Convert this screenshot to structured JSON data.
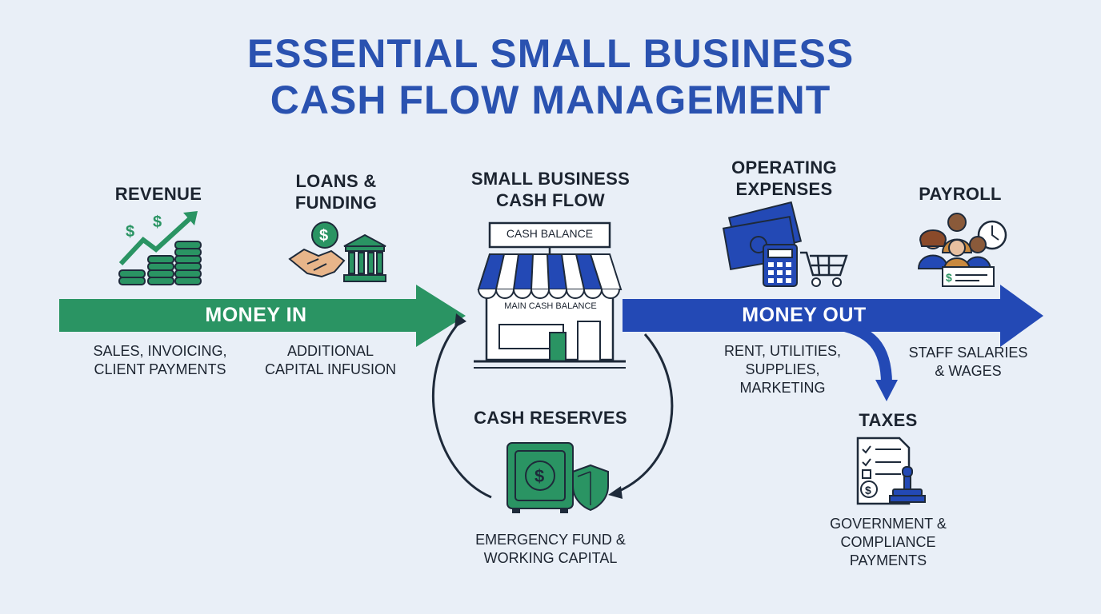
{
  "title": {
    "line1": "ESSENTIAL SMALL BUSINESS",
    "line2": "CASH FLOW MANAGEMENT"
  },
  "colors": {
    "background": "#e9eff7",
    "title_blue": "#2a52b0",
    "money_in_green": "#2a9463",
    "money_out_blue": "#2349b5",
    "icon_stroke": "#1e2a3a"
  },
  "money_in": {
    "label": "MONEY IN",
    "revenue": {
      "title": "REVENUE",
      "desc_line1": "SALES, INVOICING,",
      "desc_line2": "CLIENT PAYMENTS",
      "icon": "revenue-growth-coins-icon"
    },
    "loans": {
      "title_line1": "LOANS &",
      "title_line2": "FUNDING",
      "desc_line1": "ADDITIONAL",
      "desc_line2": "CAPITAL INFUSION",
      "icon": "handshake-bank-icon"
    }
  },
  "center": {
    "title_line1": "SMALL BUSINESS",
    "title_line2": "CASH FLOW",
    "sign": "CASH BALANCE",
    "store_label": "MAIN CASH BALANCE",
    "icon": "storefront-icon"
  },
  "reserves": {
    "title": "CASH RESERVES",
    "desc_line1": "EMERGENCY FUND &",
    "desc_line2": "WORKING CAPITAL",
    "icon": "safe-shield-icon"
  },
  "money_out": {
    "label": "MONEY OUT",
    "operating": {
      "title_line1": "OPERATING",
      "title_line2": "EXPENSES",
      "desc_line1": "RENT, UTILITIES,",
      "desc_line2": "SUPPLIES,",
      "desc_line3": "MARKETING",
      "icon": "cash-calculator-cart-icon"
    },
    "payroll": {
      "title": "PAYROLL",
      "desc_line1": "STAFF SALARIES",
      "desc_line2": "& WAGES",
      "icon": "staff-clock-check-icon"
    },
    "taxes": {
      "title": "TAXES",
      "desc_line1": "GOVERNMENT &",
      "desc_line2": "COMPLIANCE",
      "desc_line3": "PAYMENTS",
      "icon": "tax-form-stamp-icon"
    }
  }
}
